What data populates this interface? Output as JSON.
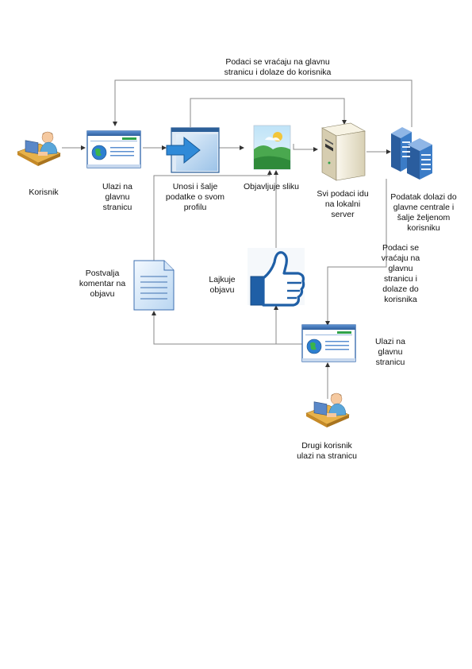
{
  "colors": {
    "connector": "#8a8a8a",
    "window_blue": "#3d6fb0",
    "window_light": "#dce8f6",
    "thumb_blue": "#1f5fa6",
    "server_beige": "#efe9d5",
    "rack_blue": "#2f6eb7",
    "doc_blue": "#bcd8f2"
  },
  "labels": {
    "top_feedback": "Podaci se vraćaju na glavnu\nstranicu i dolaze do korisnika",
    "user": "Korisnik",
    "main_page": "Ulazi na\nglavnu\nstranicu",
    "enter_data": "Unosi i šalje\npodatke o svom\nprofilu",
    "publish_image": "Objavljuje sliku",
    "local_server": "Svi podaci idu\nna lokalni\nserver",
    "central": "Podatak dolazi do\nglavne centrale i\nšalje željenom\nkorisniku",
    "return_side": "Podaci se\nvraćaju na\nglavnu\nstranicu i\ndolaze do\nkorisnika",
    "comment": "Postvalja\nkomentar na\nobjavu",
    "like": "Lajkuje\nobjavu",
    "main_page_2": "Ulazi na\nglavnu\nstranicu",
    "other_user": "Drugi korisnik\nulazi na stranicu"
  },
  "icons": {
    "user": "user-at-computer-icon",
    "main_page": "browser-window-icon",
    "enter_data": "submit-arrow-icon",
    "publish_image": "landscape-image-icon",
    "local_server": "server-tower-icon",
    "central": "server-rack-icon",
    "comment": "document-icon",
    "like": "thumbs-up-icon",
    "main_page_2": "browser-window-icon",
    "other_user": "user-at-computer-icon"
  }
}
